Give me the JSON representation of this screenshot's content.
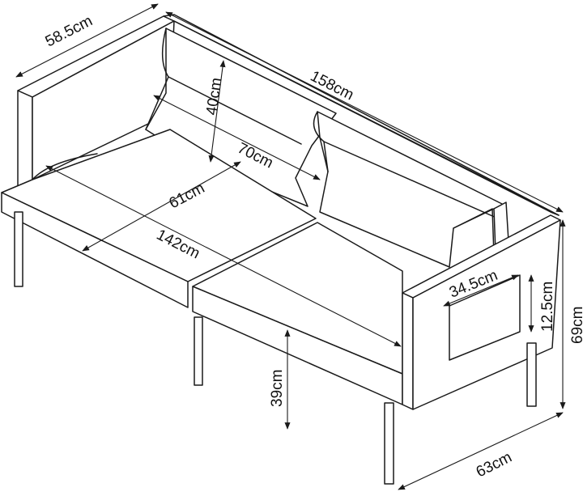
{
  "diagram": {
    "dimensions": {
      "depth_arm": "58.5cm",
      "total_width": "158cm",
      "back_height": "40cm",
      "back_width": "70cm",
      "seat_depth": "61cm",
      "seat_width": "142cm",
      "pocket_width": "34.5cm",
      "pocket_height": "12.5cm",
      "seat_height": "39cm",
      "total_height": "69cm",
      "total_depth": "63cm"
    },
    "colors": {
      "stroke": "#1a1a1a",
      "background": "#ffffff"
    }
  }
}
